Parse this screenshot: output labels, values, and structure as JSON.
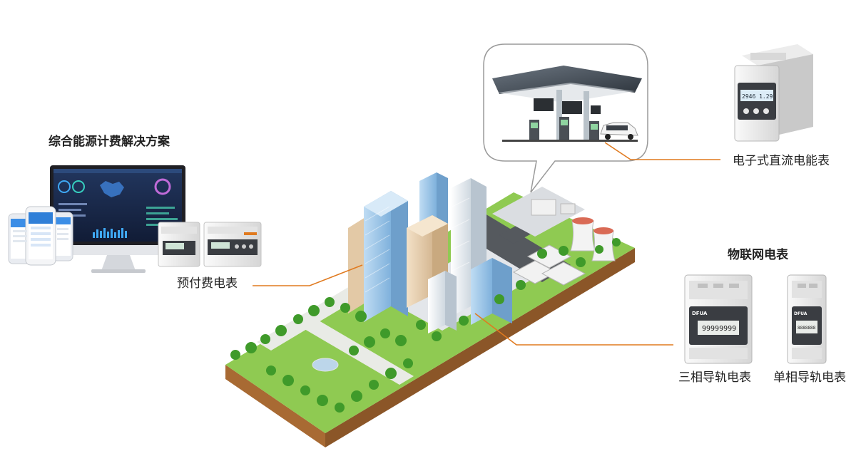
{
  "labels": {
    "solution_title": "综合能源计费解决方案",
    "prepaid_meter": "预付费电表",
    "dc_meter": "电子式直流电能表",
    "iot_meter_title": "物联网电表",
    "three_phase_meter": "三相导轨电表",
    "single_phase_meter": "单相导轨电表"
  },
  "meter_readings": {
    "dc_meter_display": "2946 1.29",
    "three_phase_display": "99999999",
    "single_phase_display": "8888888"
  },
  "brand_text": {
    "meter_brand": "DFUA"
  },
  "colors": {
    "leader_line": "#e07a1f",
    "grass": "#7cc242",
    "soil": "#b0753a",
    "tree": "#3f9a2a",
    "building_blue": "#9cc4e6",
    "building_beige": "#e8d2b4",
    "meter_body": "#f1f1f1"
  }
}
